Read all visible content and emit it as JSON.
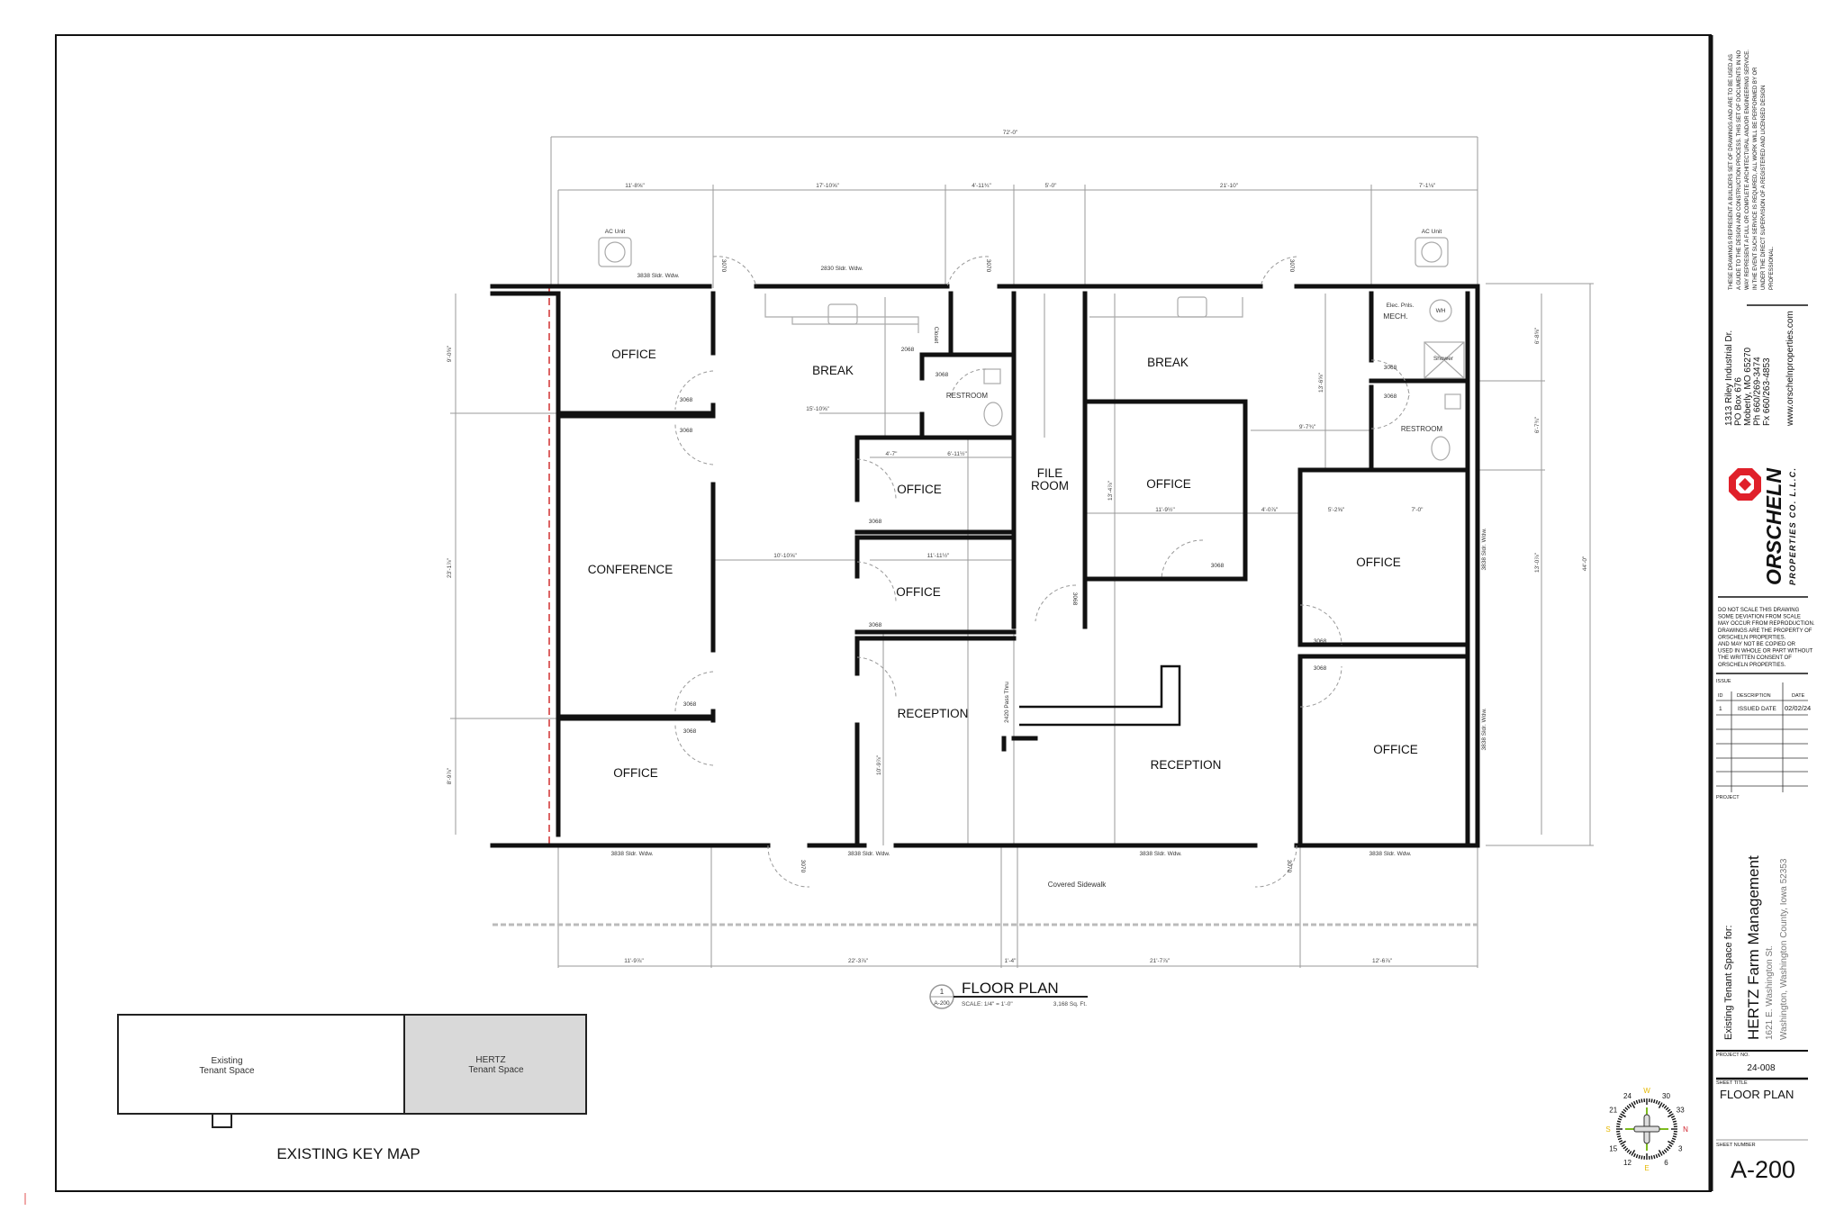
{
  "plan": {
    "rooms": {
      "office_tl": "OFFICE",
      "break_l": "BREAK",
      "conference": "CONFERENCE",
      "office_bl": "OFFICE",
      "office_m1": "OFFICE",
      "office_m2": "OFFICE",
      "reception_l": "RECEPTION",
      "file_room_1": "FILE",
      "file_room_2": "ROOM",
      "break_r": "BREAK",
      "office_rm": "OFFICE",
      "reception_r": "RECEPTION",
      "office_r1": "OFFICE",
      "office_r2": "OFFICE",
      "mech": "MECH.",
      "restroom_l": "RESTROOM",
      "restroom_r": "RESTROOM",
      "closet": "Closet",
      "elec": "Elec. Pnls.",
      "shower": "Shower",
      "wh": "WH"
    },
    "labels": {
      "ac_unit": "AC Unit",
      "window_3838": "3838 Sldr. Wdw.",
      "window_2830": "2830 Sldr. Wdw.",
      "window_side": "3838 Sldr. Wdw.",
      "door_3070": "3070",
      "door_3068": "3068",
      "door_2068": "2068",
      "pass_thru": "2420 Pass Thru",
      "covered_sidewalk": "Covered Sidewalk"
    },
    "dims": {
      "overall_width": "72'-0\"",
      "overall_depth": "44'-0\"",
      "top": [
        "11'-8⅝\"",
        "17'-10⅝\"",
        "4'-11¾\"",
        "5'-0\"",
        "21'-10\"",
        "7'-1⅛\""
      ],
      "bottom": [
        "11'-9⅞\"",
        "22'-3⅞\"",
        "1'-4\"",
        "21'-7⅞\"",
        "12'-6⅞\""
      ],
      "left": [
        "9'-0⅝\"",
        "23'-1⅞\"",
        "8'-9⅞\""
      ],
      "interior": [
        "15'-10⅝\"",
        "10'-10⅝\"",
        "11'-11½\"",
        "4'-7\"",
        "6'-11½\"",
        "11'-9½\"",
        "4'-0⅞\"",
        "5'-2⅝\"",
        "7'-0\"",
        "9'-7¾\"",
        "10'-9⅞\"",
        "13'-4⅞\"",
        "13'-6⅝\"",
        "6'-8⅝\"",
        "6'-7¾\"",
        "13'-0⅞\""
      ]
    },
    "title": "FLOOR PLAN",
    "detail_number": "1",
    "detail_sheet": "A-200",
    "scale": "SCALE:  1/4\" = 1'-0\"",
    "area": "3,168 Sq. Ft."
  },
  "key_map": {
    "title": "EXISTING  KEY  MAP",
    "existing_1": "Existing",
    "existing_2": "Tenant Space",
    "hertz_1": "HERTZ",
    "hertz_2": "Tenant Space",
    "hertz_fill": "#d9d9d9"
  },
  "compass": {
    "labels": [
      "W",
      "30",
      "33",
      "N",
      "3",
      "6",
      "E",
      "12",
      "15",
      "S",
      "21",
      "24"
    ],
    "north_color": "#d0202a",
    "cardinal_color": "#e6b800",
    "tick_color": "#7dbb1e"
  },
  "title_block": {
    "disclaimer": [
      "THESE DRAWINGS REPRESENT A BUILDERS SET OF DRAWINGS AND ARE TO BE USED AS",
      "A GUIDE TO THE DESIGN AND CONSTRUCTION PROCESS.  THIS SET OF DOCUMENTS IN NO",
      "WAY REPRESENT A FULL OR COMPLETE ARCHITECTURAL AND/OR ENGINEERING SERVICE.",
      "IN THE EVENT SUCH SERVICE IS REQUIRED, ALL WORK WILL BE PERFORMED BY OR",
      "UNDER THE DIRECT SUPERVISION OF A REGISTERED AND LICENSED DESIGN",
      "PROFESSIONAL."
    ],
    "address": [
      "1313 Riley Industrial Dr.",
      "PO Box 676",
      "Moberly, MO  65270",
      "Ph 660/269-3474",
      "Fx 660/263-4853"
    ],
    "website": "www.orschelnproperties.com",
    "logo_name": "ORSCHELN",
    "logo_sub": "PROPERTIES CO. L.L.C.",
    "logo_color": "#e0202a",
    "notice": [
      "DO NOT SCALE THIS DRAWING",
      "SOME DEVIATION FROM SCALE",
      "MAY OCCUR FROM REPRODUCTION.",
      "DRAWINGS ARE THE PROPERTY OF",
      "ORSCHELN PROPERTIES.",
      "AND MAY NOT BE COPIED OR",
      "USED IN WHOLE OR PART WITHOUT",
      "THE WRITTEN CONSENT OF",
      "ORSCHELN PROPERTIES."
    ],
    "issue_label": "ISSUE",
    "issue_headers": [
      "ID",
      "DESCRIPTION",
      "DATE"
    ],
    "issues": [
      {
        "id": "1",
        "description": "ISSUED DATE",
        "date": "02/02/24"
      }
    ],
    "project_label": "PROJECT",
    "project_intro": "Existing Tenant Space for:",
    "project_name": "HERTZ  Farm Management",
    "project_address_1": "1621 E. Washington St.",
    "project_address_2": "Washington, Washington County, Iowa  52353",
    "project_no_label": "PROJECT NO.",
    "project_no": "24-008",
    "sheet_title_label": "SHEET TITLE",
    "sheet_title": "FLOOR  PLAN",
    "sheet_number_label": "SHEET NUMBER",
    "sheet_number": "A-200"
  }
}
